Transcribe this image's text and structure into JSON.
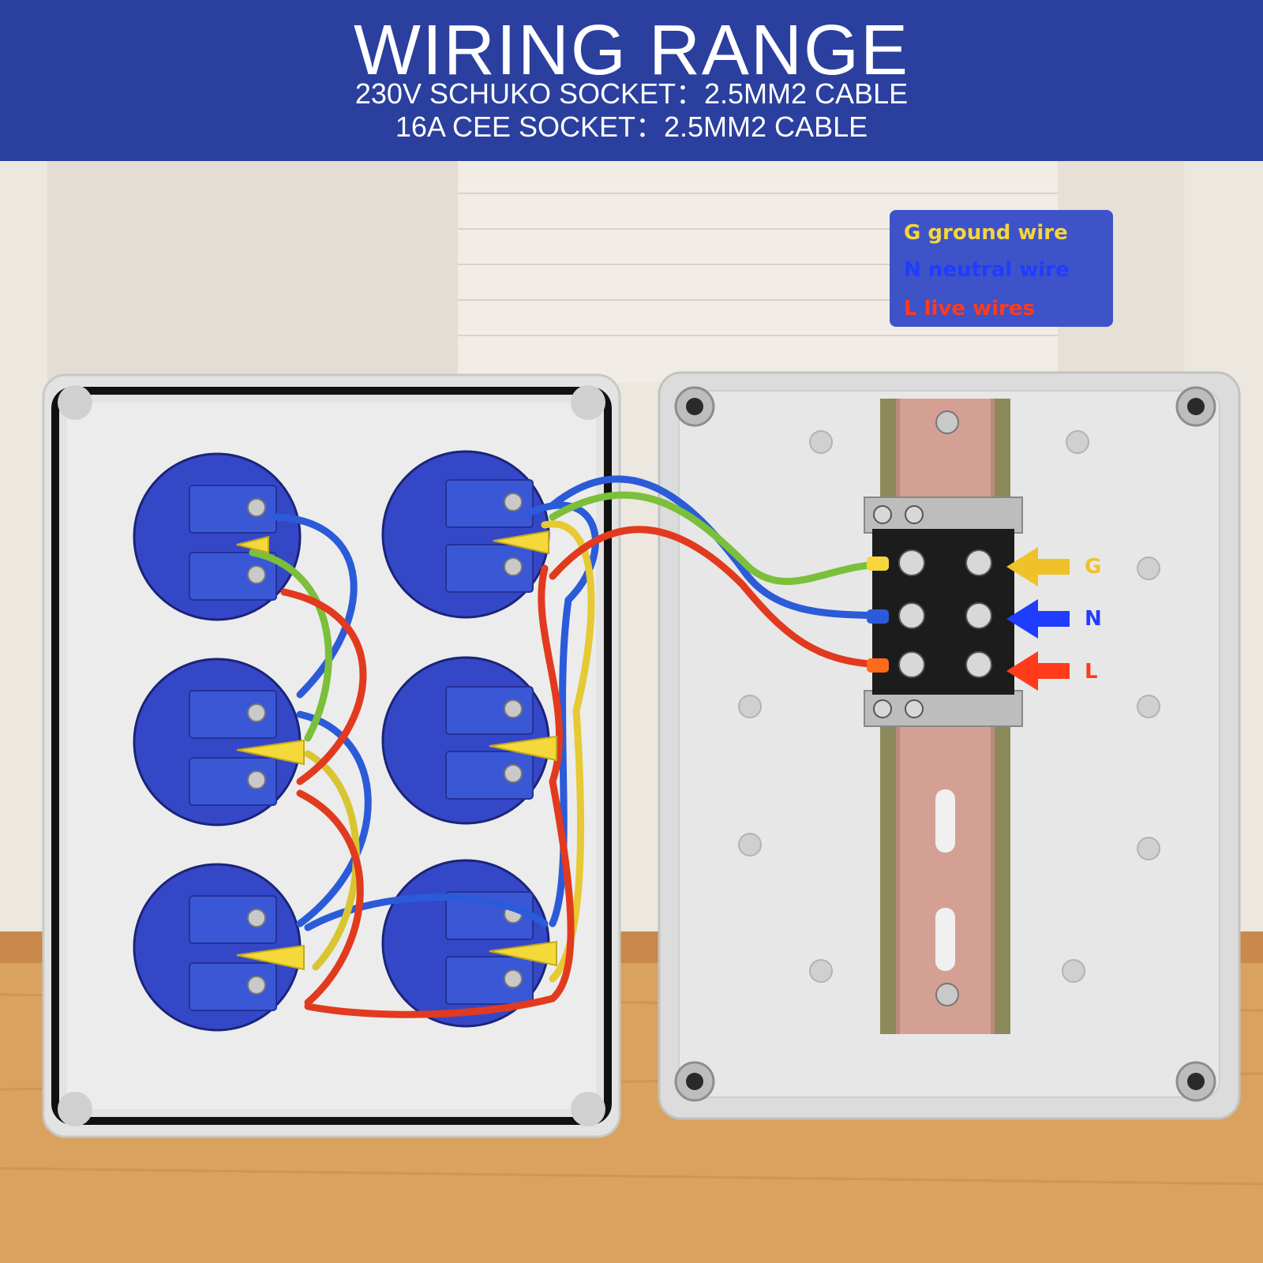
{
  "header": {
    "title": "WIRING RANGE",
    "line1": "230V SCHUKO SOCKET：2.5MM2 CABLE",
    "line2": "16A CEE SOCKET：2.5MM2 CABLE"
  },
  "legend": {
    "ground": "G ground wire",
    "neutral": "N neutral wire",
    "live": "L live wires"
  },
  "arrow_labels": {
    "g": "G",
    "n": "N",
    "l": "L"
  },
  "colors": {
    "banner": "#2b3f9e",
    "legend_box": "#3e53c8",
    "ground": "#f6d63a",
    "neutral": "#1f3cff",
    "live": "#ff3b1a",
    "socket": "#3448c7"
  }
}
